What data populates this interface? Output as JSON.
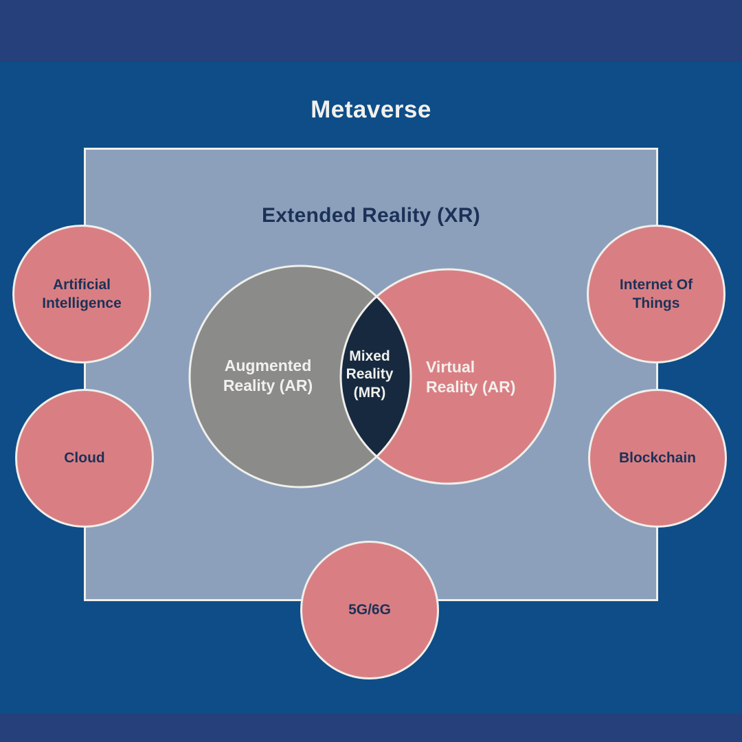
{
  "title": "Metaverse",
  "xr": {
    "label": "Extended Reality (XR)"
  },
  "venn": {
    "ar_label": "Augmented Reality (AR)",
    "mr_label": "Mixed Reality (MR)",
    "vr_label": "Virtual Reality (AR)"
  },
  "satellites": [
    {
      "id": "artificial-intelligence",
      "label": "Artificial Intelligence"
    },
    {
      "id": "internet-of-things",
      "label": "Internet Of Things"
    },
    {
      "id": "cloud",
      "label": "Cloud"
    },
    {
      "id": "blockchain",
      "label": "Blockchain"
    },
    {
      "id": "5g-6g",
      "label": "5G/6G"
    }
  ],
  "colors": {
    "background": "#0E4D87",
    "band": "#25407A",
    "box_fill": "#8CA0BC",
    "box_border": "#F0EFEA",
    "pink": "#D97F84",
    "gray": "#8B8B89",
    "intersection": "#16293F",
    "navy_text": "#1C3157",
    "light_text": "#F2F1ED"
  }
}
